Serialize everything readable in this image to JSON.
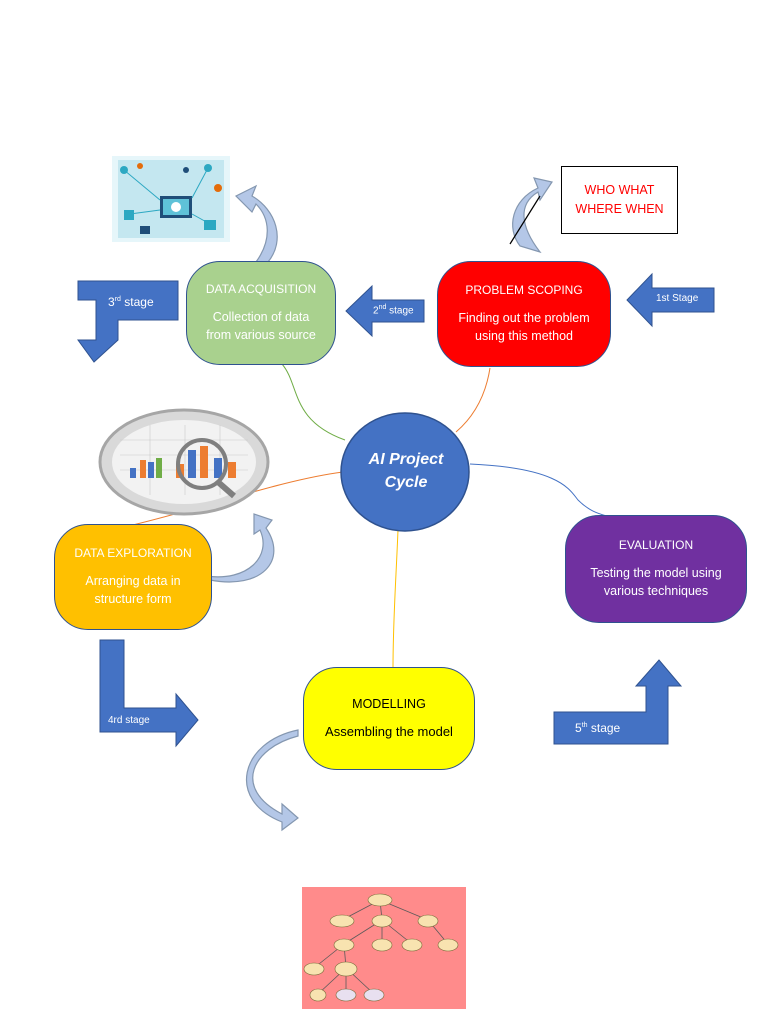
{
  "hub": {
    "line1": "AI Project",
    "line2": "Cycle"
  },
  "note": {
    "line1": "WHO WHAT",
    "line2": "WHERE WHEN"
  },
  "stages": {
    "problem_scoping": {
      "title": "PROBLEM SCOPING",
      "desc_line1": "Finding out the problem",
      "desc_line2": "using this method"
    },
    "data_acquisition": {
      "title": "DATA ACQUISITION",
      "desc_line1": "Collection of data",
      "desc_line2": "from various source"
    },
    "data_exploration": {
      "title": "DATA EXPLORATION",
      "desc_line1": "Arranging data in",
      "desc_line2": "structure form"
    },
    "modelling": {
      "title": "MODELLING",
      "desc_line1": "Assembling the model"
    },
    "evaluation": {
      "title": "EVALUATION",
      "desc_line1": "Testing the model using",
      "desc_line2": "various techniques"
    }
  },
  "stage_labels": {
    "first": "1st Stage",
    "second_num": "2",
    "second_sup": "nd",
    "second_rest": " stage",
    "third_num": "3",
    "third_sup": "rd",
    "third_rest": " stage",
    "fourth": "4rd stage",
    "fifth_num": "5",
    "fifth_sup": "th",
    "fifth_rest": " stage"
  },
  "colors": {
    "hub": "#4472c4",
    "arrow": "#4472c4",
    "problem_scoping": "#ff0000",
    "data_acquisition": "#a9d18e",
    "data_exploration": "#ffc000",
    "modelling": "#ffff00",
    "evaluation": "#7030a0"
  },
  "icons": [
    "data-network-illustration",
    "magnifier-bar-chart-illustration",
    "decision-tree-illustration",
    "curved-arrow-icon",
    "block-arrow-icon"
  ]
}
